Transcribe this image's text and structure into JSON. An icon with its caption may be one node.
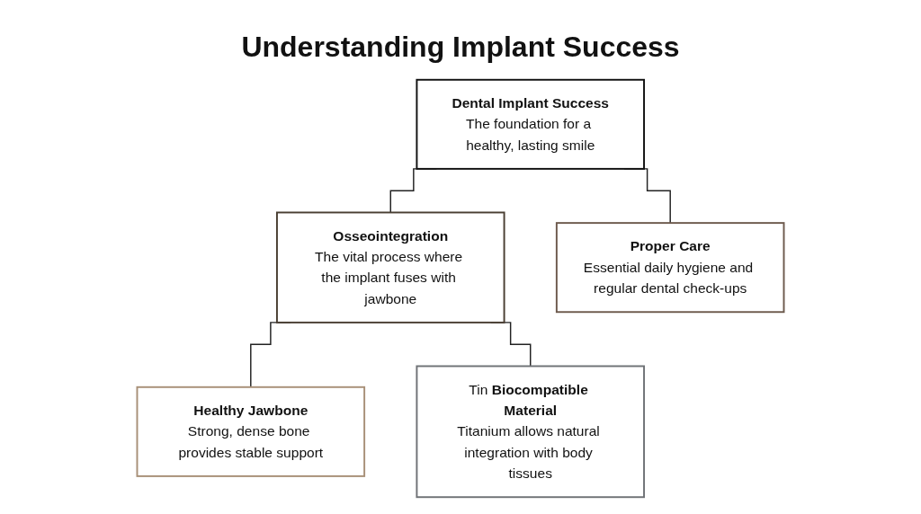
{
  "diagram": {
    "title": "Understanding Implant Success",
    "nodes": [
      {
        "text": [
          "Dental Implant Success",
          "The foundation for a healthy, lasting smile"
        ]
      },
      {
        "text": [
          "Osseointegration",
          "The vital process where the implant fuses with jawbone"
        ]
      },
      {
        "text": [
          "Proper Care",
          "Essential daily hygiene and regular dental check-ups"
        ]
      },
      {
        "text": [
          "Healthy Jawbone",
          "Strong, dense bone provides stable support"
        ]
      },
      {
        "text": [
          "Tin",
          "Biocompatible Material",
          "Titanium allows natural integration with body tissues"
        ]
      }
    ],
    "edges": [
      {
        "from": 0,
        "to": 1,
        "arrow": "none"
      },
      {
        "from": 0,
        "to": 2,
        "arrow": "none"
      },
      {
        "from": 1,
        "to": 3,
        "arrow": "none"
      },
      {
        "from": 1,
        "to": 4,
        "arrow": "none"
      }
    ]
  }
}
